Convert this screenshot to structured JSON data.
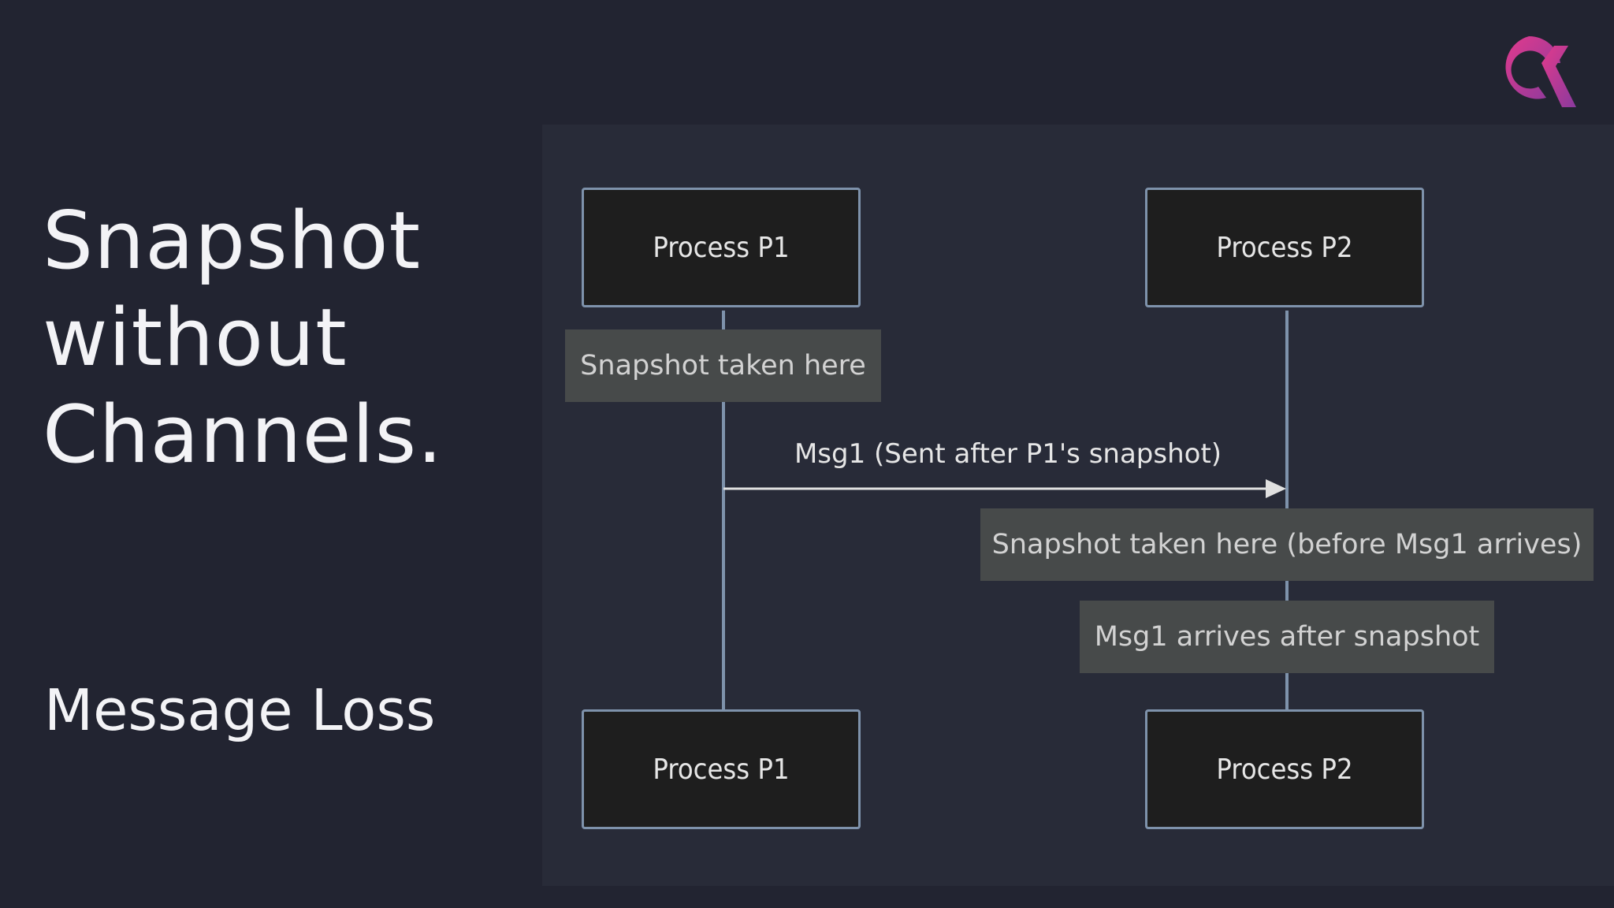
{
  "slide": {
    "title_lines": [
      "Snapshot",
      "without",
      "Channels."
    ],
    "subtitle": "Message Loss",
    "background_color": "#222431",
    "logo_icon": "gradient-q-logo"
  },
  "diagram": {
    "type": "sequence",
    "participants": [
      "Process P1",
      "Process P2"
    ],
    "footer_participants": [
      "Process P1",
      "Process P2"
    ],
    "notes": [
      {
        "over": "Process P1",
        "text": "Snapshot taken here"
      },
      {
        "over": "Process P2",
        "text": "Snapshot taken here (before Msg1 arrives)"
      },
      {
        "over": "Process P2",
        "text": "Msg1 arrives after snapshot"
      }
    ],
    "messages": [
      {
        "from": "Process P1",
        "to": "Process P2",
        "label": "Msg1 (Sent after P1's snapshot)"
      }
    ],
    "colors": {
      "actor_fill": "#1e1e1e",
      "actor_border": "#7e92ab",
      "lifeline": "#7e92ab",
      "note_fill": "#474a4a",
      "arrow": "#e0e0e0"
    }
  }
}
